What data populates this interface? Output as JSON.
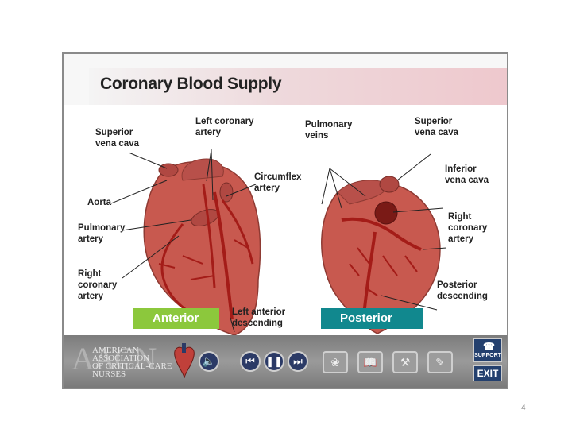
{
  "slide": {
    "title": "Coronary Blood Supply",
    "page_number": "4"
  },
  "labels": {
    "superior_vena_cava_left": "Superior\nvena cava",
    "left_coronary_artery": "Left coronary\nartery",
    "pulmonary_veins": "Pulmonary\nveins",
    "superior_vena_cava_right": "Superior\nvena cava",
    "circumflex_artery": "Circumflex\nartery",
    "inferior_vena_cava": "Inferior\nvena cava",
    "aorta": "Aorta",
    "pulmonary_artery": "Pulmonary\nartery",
    "right_coronary_artery_left": "Right\ncoronary\nartery",
    "right_coronary_artery_right": "Right\ncoronary\nartery",
    "left_anterior_descending": "Left anterior\ndescending",
    "posterior_descending": "Posterior\ndescending"
  },
  "views": {
    "anterior": "Anterior",
    "posterior": "Posterior"
  },
  "toolbar": {
    "logo_initials": "AACN",
    "logo_text": "AMERICAN\nASSOCIATION\nof CRITICAL-CARE\nNURSES",
    "support_label": "SUPPORT",
    "exit_label": "EXIT"
  },
  "icons": {
    "audio": "speaker-icon",
    "rewind": "skip-back-icon",
    "pause": "pause-icon",
    "forward": "skip-forward-icon",
    "brain": "brain-icon",
    "book": "book-icon",
    "tools": "tools-icon",
    "notes": "notes-icon",
    "phone": "phone-icon"
  },
  "colors": {
    "heart": "#c8594f",
    "heart_dark": "#9a3530",
    "artery": "#a41c18",
    "anterior_tag": "#8cc83c",
    "posterior_tag": "#11888e"
  }
}
